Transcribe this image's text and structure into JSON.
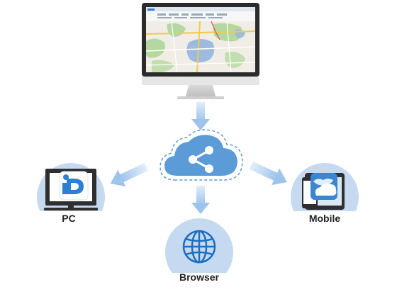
{
  "diagram": {
    "colors": {
      "circle": "#c5daf0",
      "cloud": "#5a9bd8",
      "arrow": "#b3cfee",
      "monitor": "#2f2f2f",
      "map_green": "#a8d08d",
      "map_water": "#8fb3d9"
    },
    "nodes": {
      "pc": {
        "label": "PC",
        "icon": "pc-app-icon"
      },
      "browser": {
        "label": "Browser",
        "icon": "globe-icon"
      },
      "mobile": {
        "label": "Mobile",
        "icon": "mobile-app-icon"
      },
      "cloud": {
        "icon": "share-icon"
      },
      "server": {
        "icon": "desktop-monitor-map"
      }
    }
  }
}
